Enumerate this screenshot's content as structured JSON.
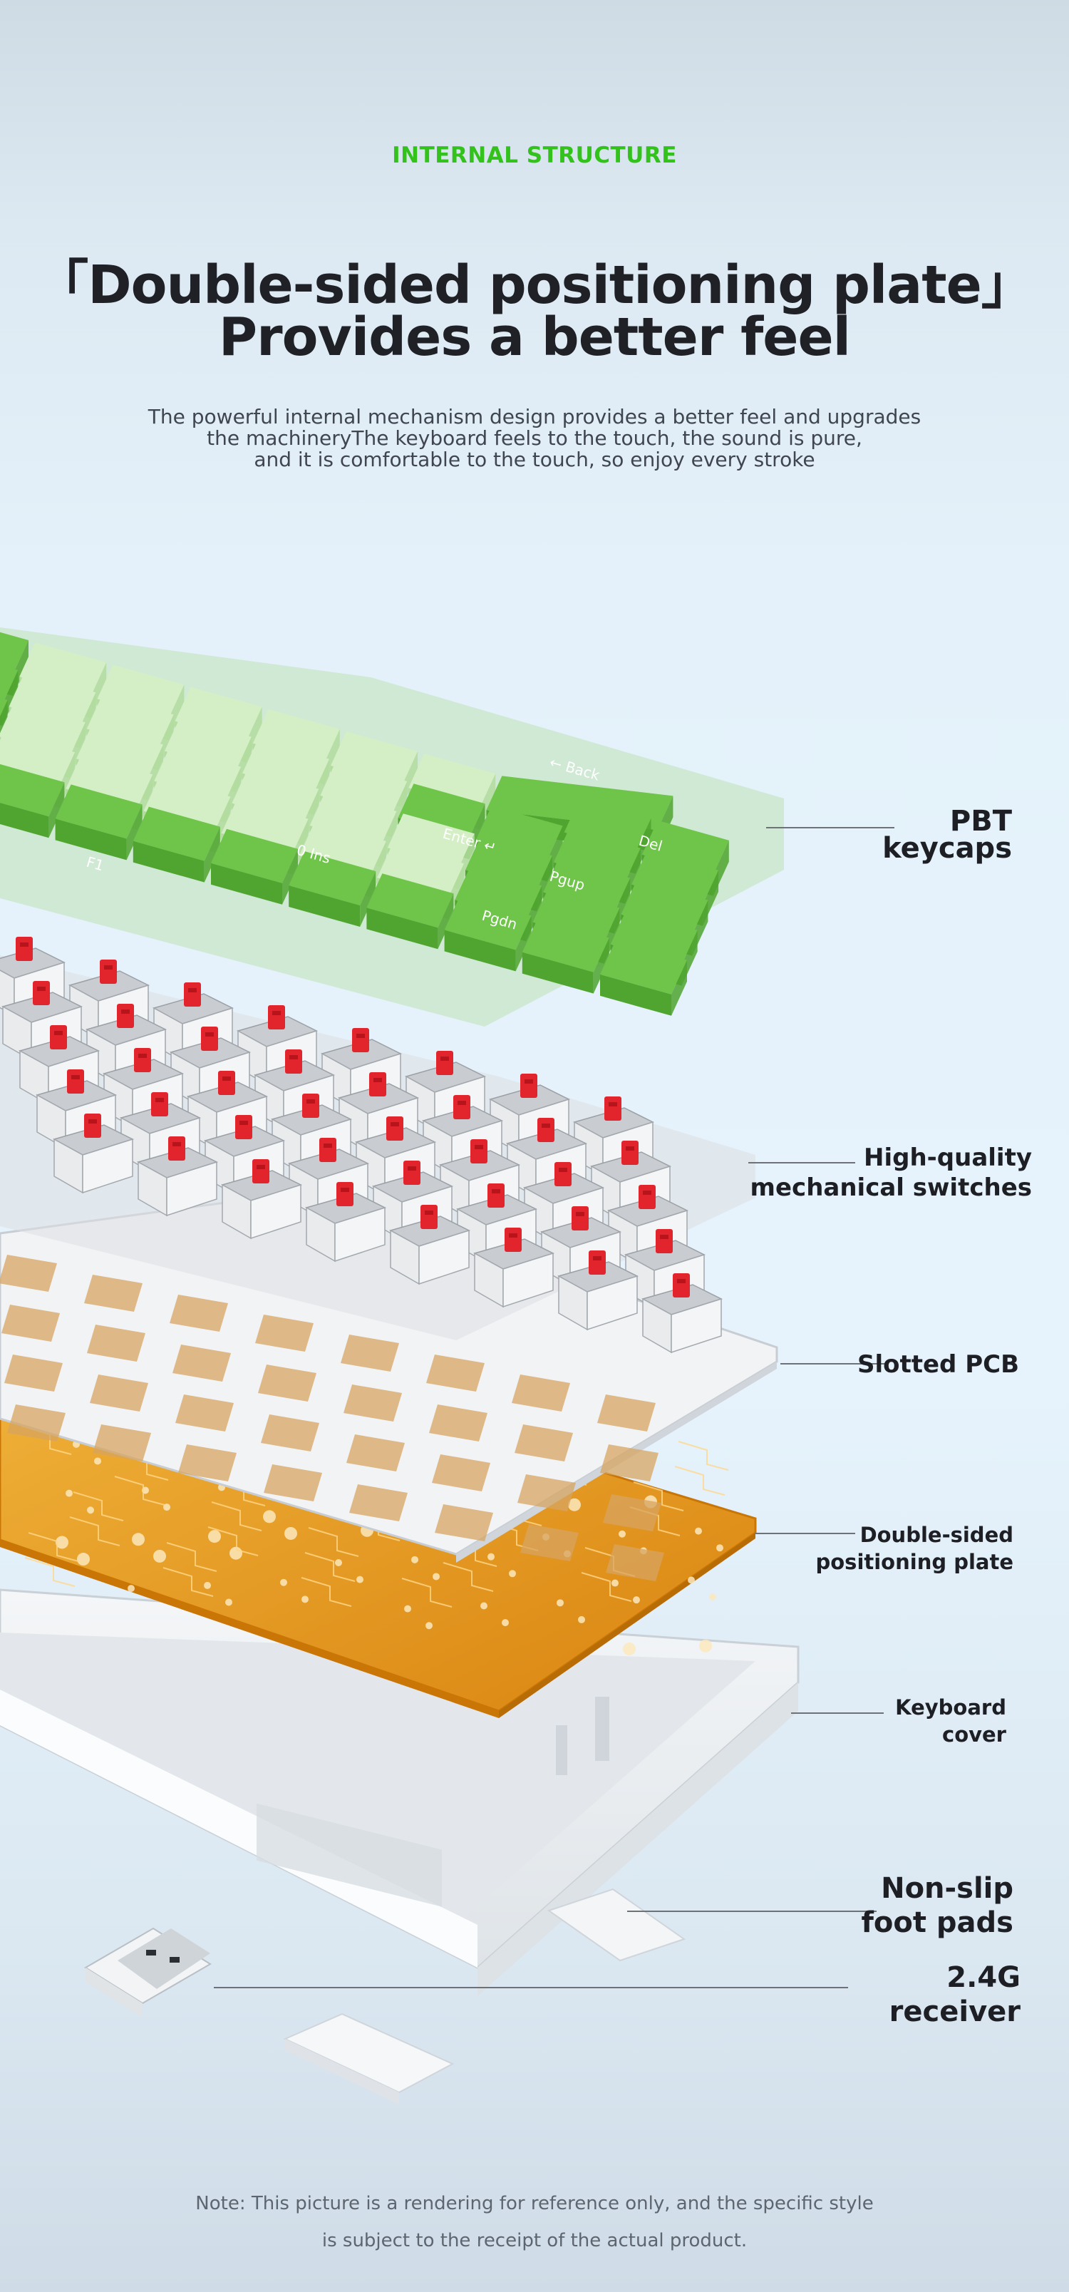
{
  "eyebrow": "INTERNAL STRUCTURE",
  "headline": {
    "line1": "「Double-sided positioning plate」",
    "line2": "Provides a better feel"
  },
  "description": {
    "line1": "The powerful internal mechanism design provides a better feel and upgrades",
    "line2": "the machineryThe keyboard feels to the touch, the sound is pure,",
    "line3": "and it is comfortable to the touch, so enjoy every stroke"
  },
  "labels": {
    "keycaps": {
      "line1": "PBT",
      "line2": "keycaps"
    },
    "switches": {
      "line1": "High-quality",
      "line2": "mechanical switches"
    },
    "pcb": {
      "line1": "Slotted PCB"
    },
    "plate": {
      "line1": "Double-sided",
      "line2": "positioning plate"
    },
    "cover": {
      "line1": "Keyboard",
      "line2": "cover"
    },
    "feet": {
      "line1": "Non-slip",
      "line2": "foot pads"
    },
    "receiver": {
      "line1": "2.4G",
      "line2": "receiver"
    }
  },
  "keycap_legends": [
    "← Back",
    "Enter ↵",
    "Del",
    "Pgup",
    "Pgdn",
    "0 Ins",
    "F1"
  ],
  "note": {
    "line1": "Note: This picture is a rendering for reference only, and the specific style",
    "line2": "is subject to the receipt of the actual product."
  },
  "colors": {
    "accent": "#33c21c",
    "keycap_dark_green": "#5cb43a",
    "keycap_light_green": "#c6ebb6",
    "switch_stem_red": "#e2242c",
    "plate_orange": "#e89a1a"
  }
}
